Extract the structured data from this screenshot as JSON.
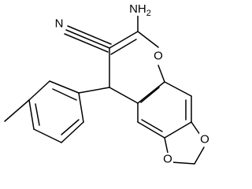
{
  "molecule": {
    "atom_labels": {
      "amino": "NH2",
      "nitrile_n": "N",
      "pyran_o": "O",
      "dioxole_o_upper": "O",
      "dioxole_o_lower": "O"
    },
    "colors": {
      "bond": "#000000",
      "text": "#000000",
      "background": "#ffffff"
    }
  }
}
